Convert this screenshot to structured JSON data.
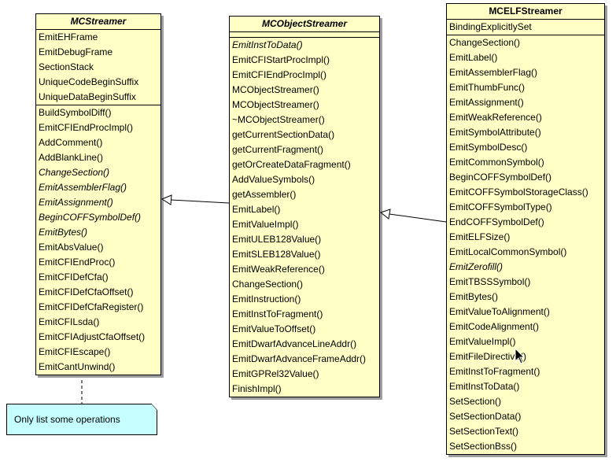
{
  "classes": [
    {
      "id": "mcstreamer",
      "title": "MCStreamer",
      "abstract": true,
      "attributes": [
        "EmitEHFrame",
        "EmitDebugFrame",
        "SectionStack",
        "UniqueCodeBeginSuffix",
        "UniqueDataBeginSuffix"
      ],
      "operations": [
        {
          "label": "BuildSymbolDiff()",
          "italic": false
        },
        {
          "label": "EmitCFIEndProcImpl()",
          "italic": false
        },
        {
          "label": "AddComment()",
          "italic": false
        },
        {
          "label": "AddBlankLine()",
          "italic": false
        },
        {
          "label": "ChangeSection()",
          "italic": true
        },
        {
          "label": "EmitAssemblerFlag()",
          "italic": true
        },
        {
          "label": "EmitAssignment()",
          "italic": true
        },
        {
          "label": "BeginCOFFSymbolDef()",
          "italic": true
        },
        {
          "label": "EmitBytes()",
          "italic": true
        },
        {
          "label": "EmitAbsValue()",
          "italic": false
        },
        {
          "label": "EmitCFIEndProc()",
          "italic": false
        },
        {
          "label": "EmitCFIDefCfa()",
          "italic": false
        },
        {
          "label": "EmitCFIDefCfaOffset()",
          "italic": false
        },
        {
          "label": "EmitCFIDefCfaRegister()",
          "italic": false
        },
        {
          "label": "EmitCFILsda()",
          "italic": false
        },
        {
          "label": "EmitCFIAdjustCfaOffset()",
          "italic": false
        },
        {
          "label": "EmitCFIEscape()",
          "italic": false
        },
        {
          "label": "EmitCantUnwind()",
          "italic": false
        }
      ]
    },
    {
      "id": "mcobjectstreamer",
      "title": "MCObjectStreamer",
      "abstract": true,
      "attributes": [],
      "operations": [
        {
          "label": "EmitInstToData()",
          "italic": true
        },
        {
          "label": "EmitCFIStartProcImpl()",
          "italic": false
        },
        {
          "label": "EmitCFIEndProcImpl()",
          "italic": false
        },
        {
          "label": "MCObjectStreamer()",
          "italic": false
        },
        {
          "label": "MCObjectStreamer()",
          "italic": false
        },
        {
          "label": "~MCObjectStreamer()",
          "italic": false
        },
        {
          "label": "getCurrentSectionData()",
          "italic": false
        },
        {
          "label": "getCurrentFragment()",
          "italic": false
        },
        {
          "label": "getOrCreateDataFragment()",
          "italic": false
        },
        {
          "label": "AddValueSymbols()",
          "italic": false
        },
        {
          "label": "getAssembler()",
          "italic": false
        },
        {
          "label": "EmitLabel()",
          "italic": false
        },
        {
          "label": "EmitValueImpl()",
          "italic": false
        },
        {
          "label": "EmitULEB128Value()",
          "italic": false
        },
        {
          "label": "EmitSLEB128Value()",
          "italic": false
        },
        {
          "label": "EmitWeakReference()",
          "italic": false
        },
        {
          "label": "ChangeSection()",
          "italic": false
        },
        {
          "label": "EmitInstruction()",
          "italic": false
        },
        {
          "label": "EmitInstToFragment()",
          "italic": false
        },
        {
          "label": "EmitValueToOffset()",
          "italic": false
        },
        {
          "label": "EmitDwarfAdvanceLineAddr()",
          "italic": false
        },
        {
          "label": "EmitDwarfAdvanceFrameAddr()",
          "italic": false
        },
        {
          "label": "EmitGPRel32Value()",
          "italic": false
        },
        {
          "label": "FinishImpl()",
          "italic": false
        }
      ]
    },
    {
      "id": "mcelfstreamer",
      "title": "MCELFStreamer",
      "abstract": false,
      "attributes": [
        "BindingExplicitlySet"
      ],
      "operations": [
        {
          "label": "ChangeSection()",
          "italic": false
        },
        {
          "label": "EmitLabel()",
          "italic": false
        },
        {
          "label": "EmitAssemblerFlag()",
          "italic": false
        },
        {
          "label": "EmitThumbFunc()",
          "italic": false
        },
        {
          "label": "EmitAssignment()",
          "italic": false
        },
        {
          "label": "EmitWeakReference()",
          "italic": false
        },
        {
          "label": "EmitSymbolAttribute()",
          "italic": false
        },
        {
          "label": "EmitSymbolDesc()",
          "italic": false
        },
        {
          "label": "EmitCommonSymbol()",
          "italic": false
        },
        {
          "label": "BeginCOFFSymbolDef()",
          "italic": false
        },
        {
          "label": "EmitCOFFSymbolStorageClass()",
          "italic": false
        },
        {
          "label": "EmitCOFFSymbolType()",
          "italic": false
        },
        {
          "label": "EndCOFFSymbolDef()",
          "italic": false
        },
        {
          "label": "EmitELFSize()",
          "italic": false
        },
        {
          "label": "EmitLocalCommonSymbol()",
          "italic": false
        },
        {
          "label": "EmitZerofill()",
          "italic": true
        },
        {
          "label": "EmitTBSSSymbol()",
          "italic": false
        },
        {
          "label": "EmitBytes()",
          "italic": false
        },
        {
          "label": "EmitValueToAlignment()",
          "italic": false
        },
        {
          "label": "EmitCodeAlignment()",
          "italic": false
        },
        {
          "label": "EmitValueImpl()",
          "italic": false
        },
        {
          "label": "EmitFileDirective()",
          "italic": false
        },
        {
          "label": "EmitInstToFragment()",
          "italic": false
        },
        {
          "label": "EmitInstToData()",
          "italic": false
        },
        {
          "label": "SetSection()",
          "italic": false
        },
        {
          "label": "SetSectionData()",
          "italic": false
        },
        {
          "label": "SetSectionText()",
          "italic": false
        },
        {
          "label": "SetSectionBss()",
          "italic": false
        }
      ]
    }
  ],
  "note": {
    "text": "Only list some operations"
  },
  "colors": {
    "class_fill": "#ffffc6",
    "note_fill": "#c6ffff",
    "shadow": "#9e9e9e",
    "line": "#000000"
  }
}
